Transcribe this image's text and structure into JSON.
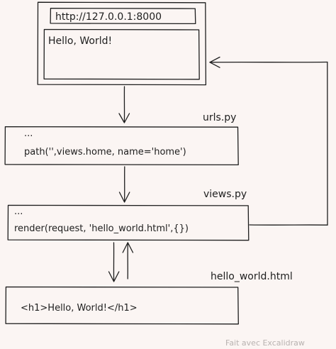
{
  "browser": {
    "url": "http://127.0.0.1:8000",
    "content": "Hello, World!"
  },
  "urls_file": {
    "label": "urls.py",
    "ellipsis": "...",
    "code": "path('',views.home, name='home')"
  },
  "views_file": {
    "label": "views.py",
    "ellipsis": "...",
    "code": "render(request, 'hello_world.html',{})"
  },
  "template_file": {
    "label": "hello_world.html",
    "code": "<h1>Hello, World!</h1>"
  },
  "watermark": "Fait avec Excalidraw",
  "colors": {
    "background": "#fbf5f3",
    "stroke": "#1e1e1e",
    "watermark": "#b8b2b0"
  }
}
